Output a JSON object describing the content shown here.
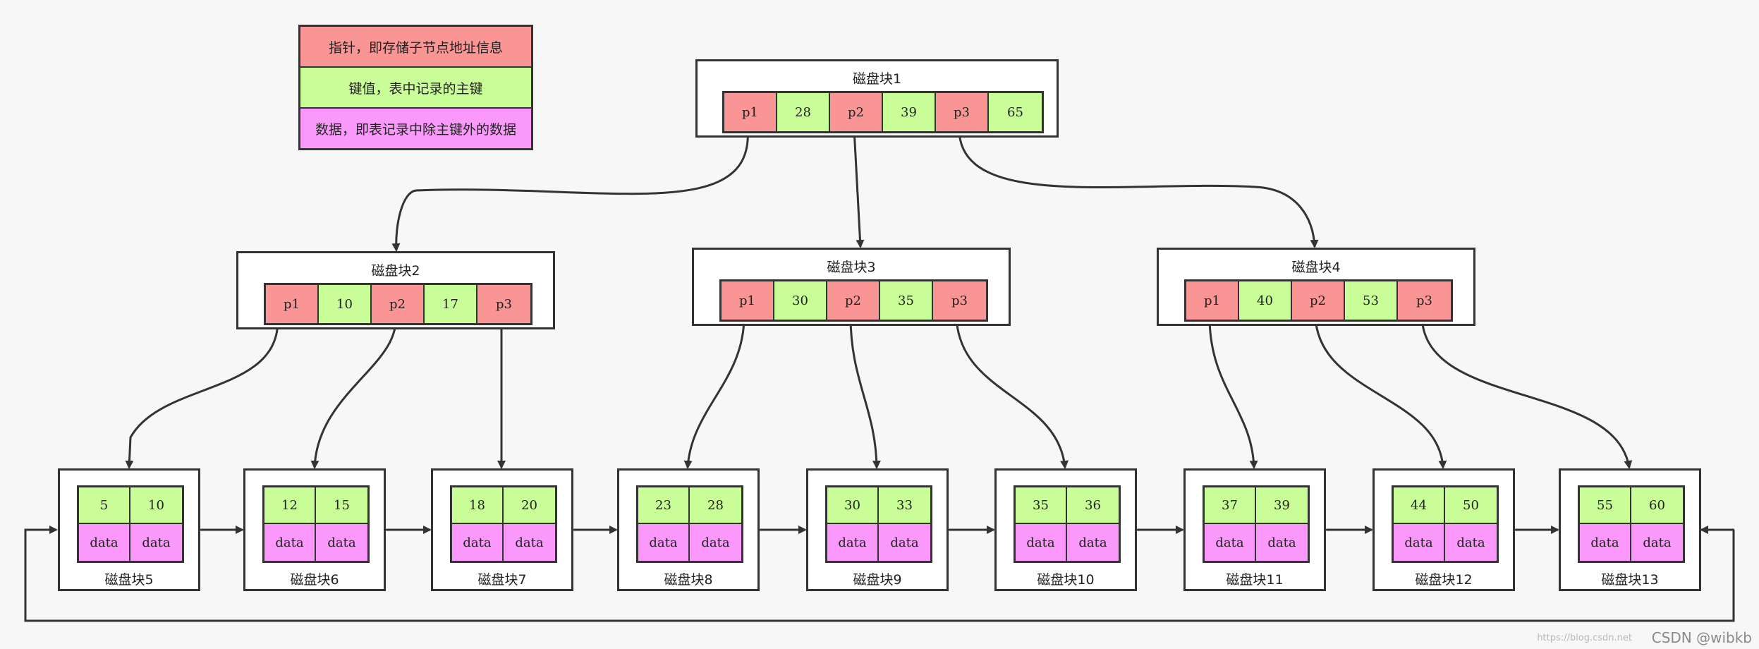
{
  "legend": {
    "pointer": "指针，即存储子节点地址信息",
    "key": "键值，表中记录的主键",
    "data": "数据，即表记录中除主键外的数据"
  },
  "root": {
    "title": "磁盘块1",
    "cells": [
      {
        "t": "ptr",
        "v": "p1"
      },
      {
        "t": "key",
        "v": "28"
      },
      {
        "t": "ptr",
        "v": "p2"
      },
      {
        "t": "key",
        "v": "39"
      },
      {
        "t": "ptr",
        "v": "p3"
      },
      {
        "t": "key",
        "v": "65"
      }
    ]
  },
  "internal": [
    {
      "title": "磁盘块2",
      "cells": [
        {
          "t": "ptr",
          "v": "p1"
        },
        {
          "t": "key",
          "v": "10"
        },
        {
          "t": "ptr",
          "v": "p2"
        },
        {
          "t": "key",
          "v": "17"
        },
        {
          "t": "ptr",
          "v": "p3"
        }
      ]
    },
    {
      "title": "磁盘块3",
      "cells": [
        {
          "t": "ptr",
          "v": "p1"
        },
        {
          "t": "key",
          "v": "30"
        },
        {
          "t": "ptr",
          "v": "p2"
        },
        {
          "t": "key",
          "v": "35"
        },
        {
          "t": "ptr",
          "v": "p3"
        }
      ]
    },
    {
      "title": "磁盘块4",
      "cells": [
        {
          "t": "ptr",
          "v": "p1"
        },
        {
          "t": "key",
          "v": "40"
        },
        {
          "t": "ptr",
          "v": "p2"
        },
        {
          "t": "key",
          "v": "53"
        },
        {
          "t": "ptr",
          "v": "p3"
        }
      ]
    }
  ],
  "leaves": [
    {
      "title": "磁盘块5",
      "keys": [
        "5",
        "10"
      ],
      "data": [
        "data",
        "data"
      ]
    },
    {
      "title": "磁盘块6",
      "keys": [
        "12",
        "15"
      ],
      "data": [
        "data",
        "data"
      ]
    },
    {
      "title": "磁盘块7",
      "keys": [
        "18",
        "20"
      ],
      "data": [
        "data",
        "data"
      ]
    },
    {
      "title": "磁盘块8",
      "keys": [
        "23",
        "28"
      ],
      "data": [
        "data",
        "data"
      ]
    },
    {
      "title": "磁盘块9",
      "keys": [
        "30",
        "33"
      ],
      "data": [
        "data",
        "data"
      ]
    },
    {
      "title": "磁盘块10",
      "keys": [
        "35",
        "36"
      ],
      "data": [
        "data",
        "data"
      ]
    },
    {
      "title": "磁盘块11",
      "keys": [
        "37",
        "39"
      ],
      "data": [
        "data",
        "data"
      ]
    },
    {
      "title": "磁盘块12",
      "keys": [
        "44",
        "50"
      ],
      "data": [
        "data",
        "data"
      ]
    },
    {
      "title": "磁盘块13",
      "keys": [
        "55",
        "60"
      ],
      "data": [
        "data",
        "data"
      ]
    }
  ],
  "watermark": "CSDN @wibkb",
  "watermark_small": "https://blog.csdn.net",
  "colors": {
    "pointer": "#f99595",
    "key": "#c8fd98",
    "data": "#fb98fb",
    "line": "#333333"
  }
}
